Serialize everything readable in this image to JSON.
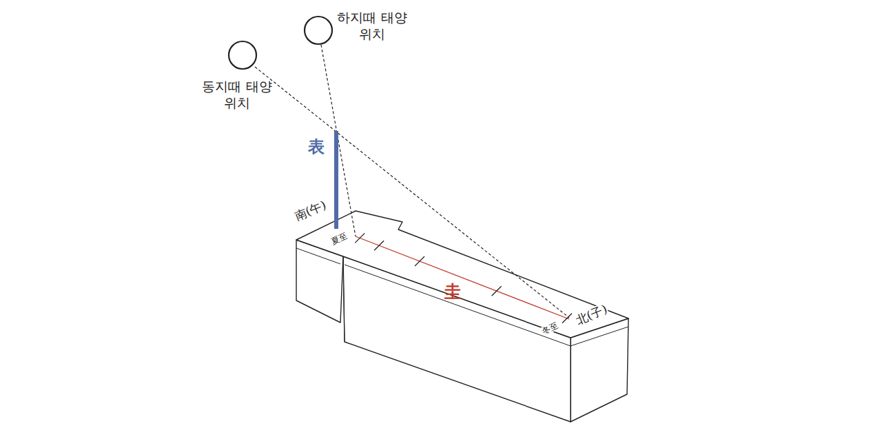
{
  "diagram": {
    "nodes": [
      {
        "text": [
          "하지때 태양 위치"
        ]
      },
      {
        "text": [
          "동지때 태양 위치"
        ]
      }
    ],
    "labels": [
      "表",
      "圭",
      "南(午)",
      "北(子)",
      "夏至",
      "冬至"
    ]
  }
}
